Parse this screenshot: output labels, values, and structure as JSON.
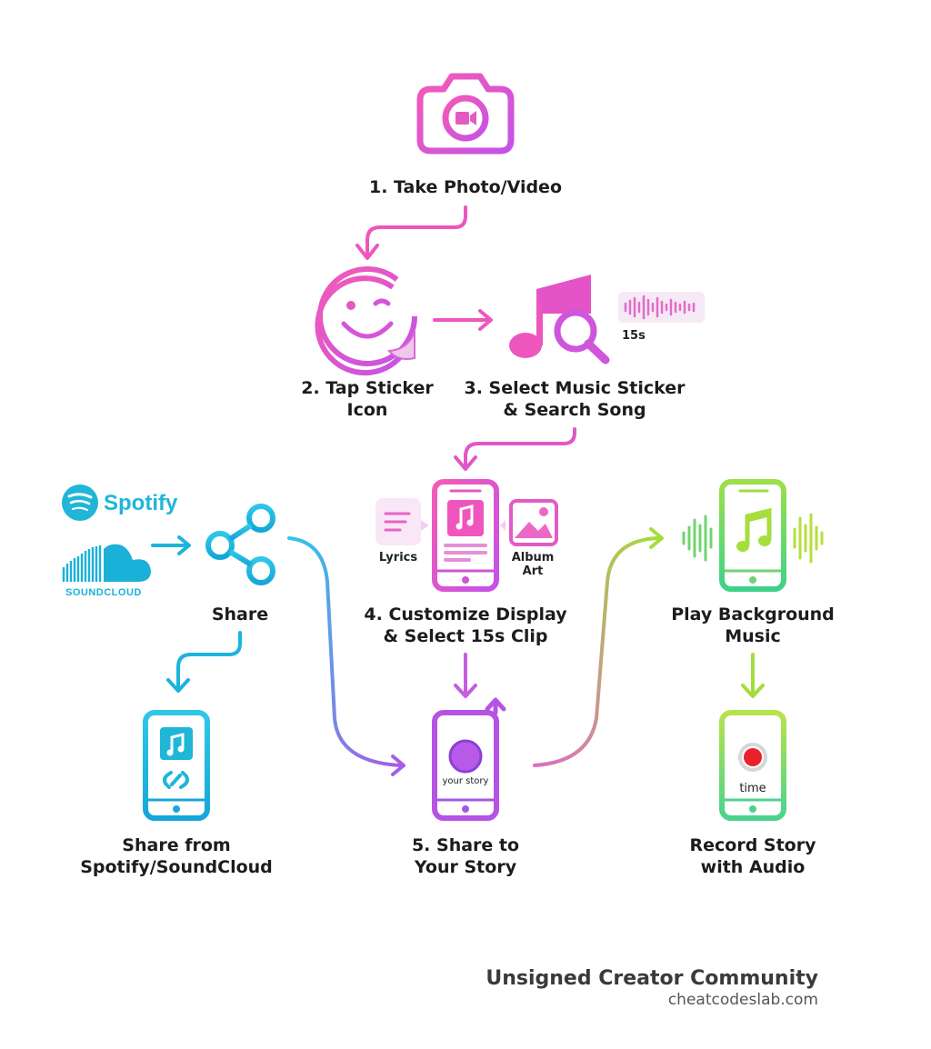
{
  "steps": {
    "take_photo": "1. Take Photo/Video",
    "tap_sticker": "2. Tap Sticker\nIcon",
    "select_music": "3. Select Music Sticker\n& Search Song",
    "customize": "4. Customize Display\n& Select 15s Clip",
    "share_story": "5. Share to\nYour Story",
    "share": "Share",
    "share_from": "Share from\nSpotify/SoundCloud",
    "play_background": "Play Background\nMusic",
    "record_story": "Record Story\nwith Audio"
  },
  "labels": {
    "clip_length": "15s",
    "lyrics": "Lyrics",
    "album_art": "Album\nArt",
    "your_story": "your story",
    "time": "time",
    "spotify": "Spotify",
    "soundcloud": "SOUNDCLOUD"
  },
  "footer": {
    "title": "Unsigned Creator Community",
    "url": "cheatcodeslab.com"
  },
  "colors": {
    "pink": "#ec4fc4",
    "magenta": "#d04ee0",
    "purple": "#a94fe6",
    "cyan": "#1bb6e0",
    "green": "#7bd957",
    "red": "#e8222d"
  },
  "icons": [
    "camera-icon",
    "smiley-sticker-icon",
    "music-search-icon",
    "waveform-icon",
    "phone-music-icon",
    "lyrics-icon",
    "album-art-icon",
    "share-icon",
    "spotify-logo",
    "soundcloud-logo",
    "phone-link-icon",
    "phone-story-icon",
    "phone-play-icon",
    "phone-record-icon"
  ]
}
